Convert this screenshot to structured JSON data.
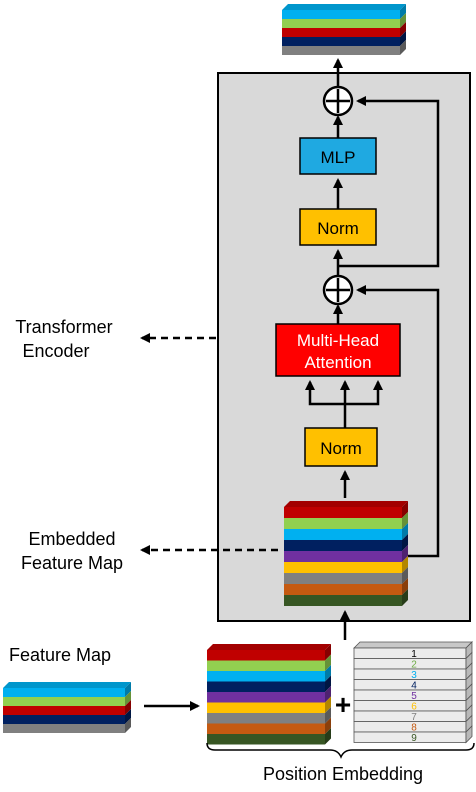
{
  "labels": {
    "transformer_encoder_line1": "Transformer",
    "transformer_encoder_line2": "Encoder",
    "embedded_line1": "Embedded",
    "embedded_line2": "Feature Map",
    "feature_map": "Feature Map",
    "position_embedding": "Position Embedding",
    "plus": "+"
  },
  "blocks": {
    "mlp": "MLP",
    "norm_top": "Norm",
    "mha_line1": "Multi-Head",
    "mha_line2": "Attention",
    "norm_bottom": "Norm"
  },
  "colors": {
    "encoder_bg": "#d9d9d9",
    "mlp": "#1fa9e1",
    "norm": "#ffc000",
    "attention": "#ff0000",
    "attention_text": "#ffffff",
    "arrow": "#000000"
  },
  "feature_layers": [
    "#c00000",
    "#92d050",
    "#00b0f0",
    "#002060",
    "#7030a0",
    "#ffc000",
    "#808080",
    "#c55a11",
    "#375623"
  ],
  "top_output_layers": [
    "#00b0f0",
    "#92d050",
    "#c00000",
    "#002060",
    "#808080"
  ],
  "small_feature_map_layers": [
    "#00b0f0",
    "#92d050",
    "#c00000",
    "#002060",
    "#808080"
  ],
  "position_numbers": [
    {
      "n": "1",
      "color": "#000000"
    },
    {
      "n": "2",
      "color": "#70ad47"
    },
    {
      "n": "3",
      "color": "#00b0f0"
    },
    {
      "n": "4",
      "color": "#002060"
    },
    {
      "n": "5",
      "color": "#7030a0"
    },
    {
      "n": "6",
      "color": "#ffc000"
    },
    {
      "n": "7",
      "color": "#808080"
    },
    {
      "n": "8",
      "color": "#c55a11"
    },
    {
      "n": "9",
      "color": "#375623"
    }
  ]
}
